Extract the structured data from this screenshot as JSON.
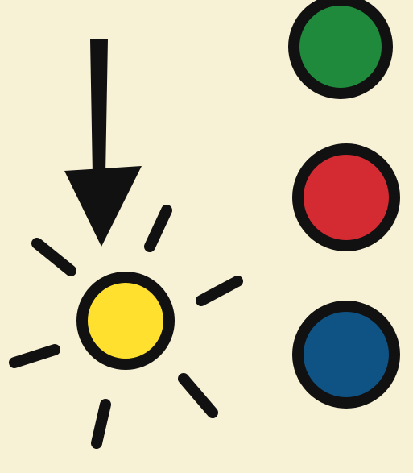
{
  "background_color": "#f7f2d6",
  "outline_color": "#111111",
  "indicator": {
    "icon": "down-arrow-icon",
    "points_to": "yellow-light"
  },
  "lights": [
    {
      "name": "green-light",
      "color": "#1f8a3c",
      "lit": false
    },
    {
      "name": "red-light",
      "color": "#d42a32",
      "lit": false
    },
    {
      "name": "blue-light",
      "color": "#0f5384",
      "lit": false
    },
    {
      "name": "yellow-light",
      "color": "#ffe02e",
      "lit": true
    }
  ]
}
